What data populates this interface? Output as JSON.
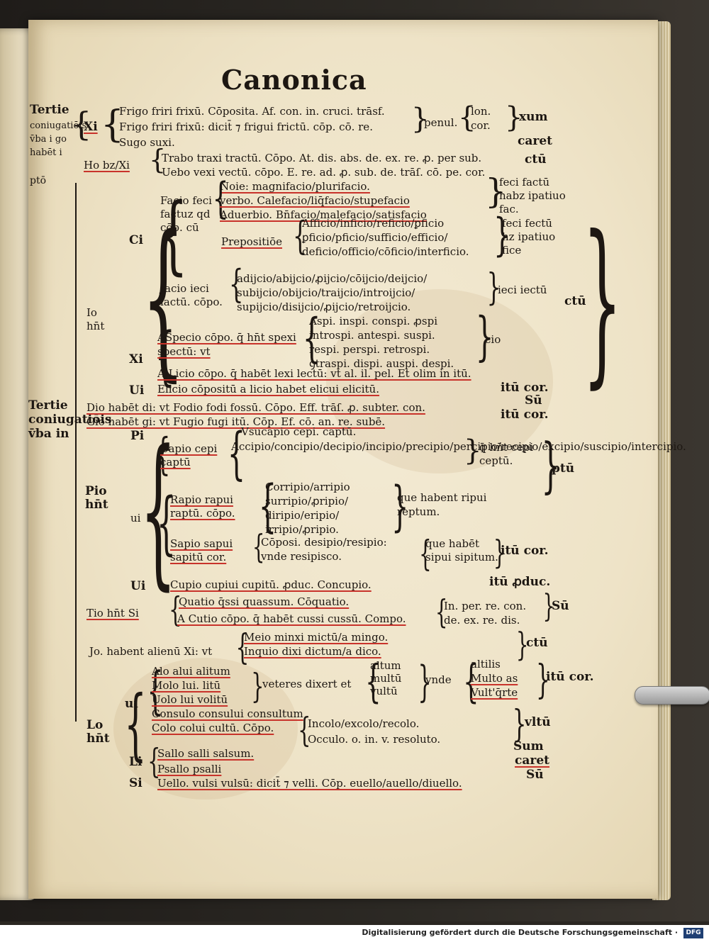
{
  "page": {
    "title": "Canonica",
    "lines": [
      "Tertie",
      "coniugatiōis v̄ba i go habēt i",
      "ptō",
      "Xi",
      "Frigo friri frixū. Cōposita. Af. con. in. cruci. trāsf.",
      "Frigo friri frixū: dicit̄ ⁊ frigui frictū. cōp. cō. re.",
      "Sugo suxi.",
      "penul.",
      "lon.",
      "cor.",
      "xum",
      "caret",
      "Ho bz/Xi",
      "Trabo traxi tractū. Cōpo. At. dis. abs. de. ex. re. ꝓ. per sub.",
      "Uebo vexi vectū. cōpo. E. re. ad. ꝓ. sub. de. trāſ. cō. pe. cor.",
      "ctū",
      "Noie: magnifacio/plurifacio.",
      "Facio feci factuz qd cōp. cū",
      "verbo. Calefacio/liq̄facio/stupefacio",
      "Aduerbio. Bn̄facio/malefacio/satisfacio",
      "feci factū habz ipatiuo fac.",
      "Ci",
      "Prepositiōe",
      "Afficio/inficio/reficio/ꝑficio",
      "ꝑficio/pficio/sufficio/efficio/",
      "deficio/officio/cōficio/interficio.",
      "feci fectū hz ipatiuo fice",
      "Io hn̄t",
      "Jacio ieci iactū. cōpo.",
      "adijcio/abijcio/ꝓijcio/cōijcio/deijcio/",
      "subijcio/obijcio/traijcio/introijcio/",
      "supijcio/disijcio/ꝓijcio/retroijcio.",
      "ieci iectū",
      "ctū",
      "Xi",
      "ASpecio cōpo. q̄ hn̄t spexi spectū: vt",
      "Aspi. inspi. conspi. ꝓspi",
      "introspi. antespi. suspi.",
      "respi. perspi. retrospi.",
      "ꝯtraspi. dispi. auspi. despi.",
      "cio",
      "A Licio cōpo. q̄ habēt lexi lectū: vt al. il. pel. Et olim in itū.",
      "Ui",
      "Elicio cōpositū a licio habet elicui elicitū.",
      "itū cor.",
      "Tertie coniugatiōis v̄ba in",
      "Dio habēt di: vt Fodio fodi fossū. Cōpo. Eff. trāſ. ꝓ. subter. con.",
      "Sū",
      "Gio habēt gi: vt Fugio fugi itū. Cōp. Ef. cō. an. re. subē.",
      "itū cor.",
      "Pi",
      "Vsucapio cepi. captū.",
      "Capio cepi captū",
      "Accipio/concipio/decipio/incipio/precipio/percipio/recipio/excipio/suscipio/intercipio.",
      "q̄ hn̄t cepi ceptū.",
      "ptū",
      "Pio hn̄t",
      "ui",
      "Rapio rapui raptū. cōpo.",
      "Corripio/arripio",
      "surripio/ꝓripio/",
      "diripio/eripio/",
      "irripio/ꝓripio.",
      "que habent ripui reptum.",
      "Sapio sapui sapitū cor.",
      "Cōposi. desipio/resipio:",
      "vnde resipisco.",
      "que habēt sipui sipitum.",
      "itū cor.",
      "Ui",
      "Cupio cupiui cupitū. ꝓduc. Concupio.",
      "itū ꝓduc.",
      "Tio hn̄t Si",
      "Quatio q̄ssi quassum. Cōquatio.",
      "A Cutio cōpo. q̄ habēt cussi cussū. Compo.",
      "In. per. re. con.",
      "de. ex. re. dis.",
      "Sū",
      "Jo. habent alienū Xi: vt",
      "Meio minxi mictū/a mingo.",
      "Inquio dixi dictum/a dico.",
      "ctū",
      "Alo alui alitum",
      "Molo lui. litū",
      "Uolo lui volitū",
      "veteres dixert et",
      "altum",
      "multū",
      "vultū",
      "vnde",
      "altilis",
      "Multo as",
      "Vult'q̄rte",
      "itū cor.",
      "ui",
      "Consulo consului consultum",
      "Colo colui cultū. Cōpo.",
      "Incolo/excolo/recolo.",
      "Occulo. o. in. v. resoluto.",
      "vltū",
      "Lo hn̄t",
      "Li",
      "Sallo salli salsum.",
      "Psallo psalli",
      "Sum",
      "caret",
      "Si",
      "Uello. vulsi vulsū: dicit̄ ⁊ velli. Cōp. euello/auello/diuello.",
      "Sū"
    ]
  },
  "footer": {
    "text": "Digitalisierung gefördert durch die Deutsche Forschungsgemeinschaft ·",
    "logo": "DFG"
  }
}
